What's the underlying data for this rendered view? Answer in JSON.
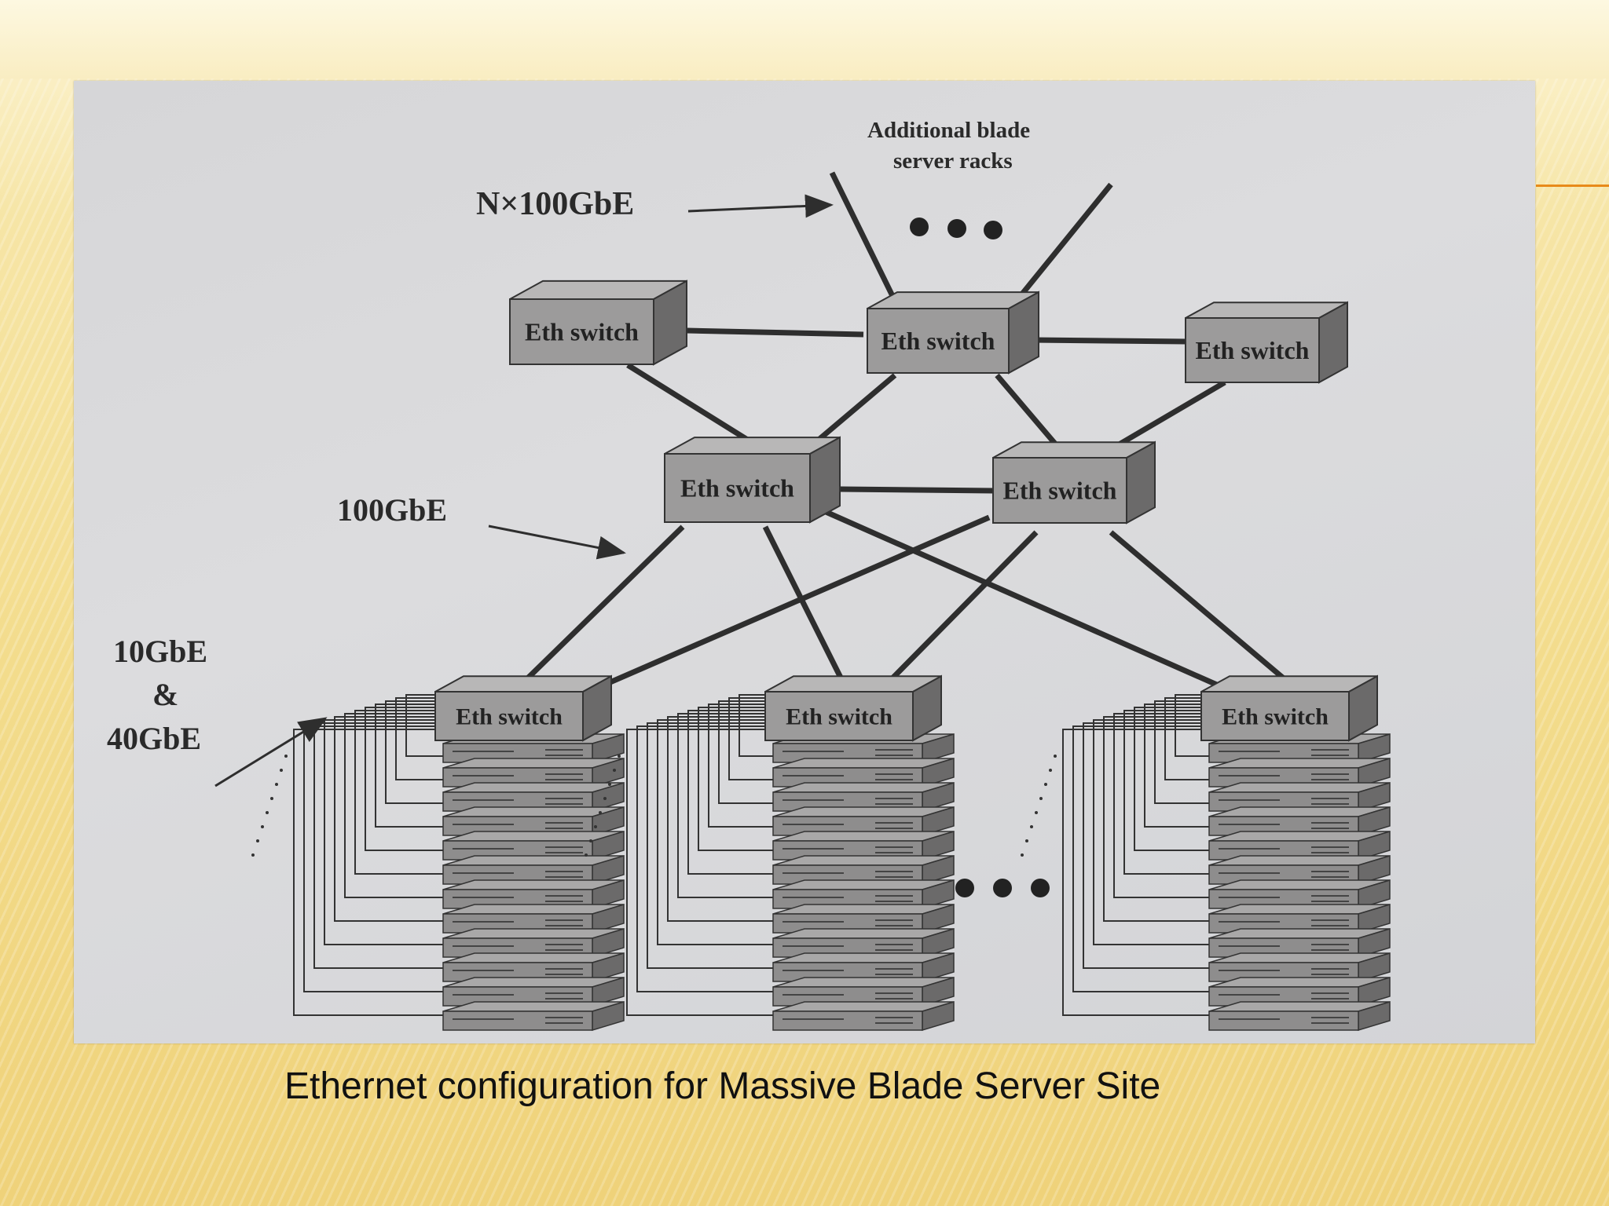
{
  "slide": {
    "caption": "Ethernet configuration for Massive Blade Server Site"
  },
  "diagram": {
    "switch_label": "Eth switch",
    "labels": {
      "nx100": "N×100GbE",
      "additional_line1": "Additional blade",
      "additional_line2": "server racks",
      "gbe100": "100GbE",
      "gbe10": "10GbE",
      "amp": "&",
      "gbe40": "40GbE"
    }
  },
  "colors": {
    "switch_fill": "#9c9b9b",
    "switch_top": "#b8b7b7",
    "switch_side": "#6b6a6a",
    "line": "#2e2e2e",
    "accent": "#e88a1a"
  }
}
